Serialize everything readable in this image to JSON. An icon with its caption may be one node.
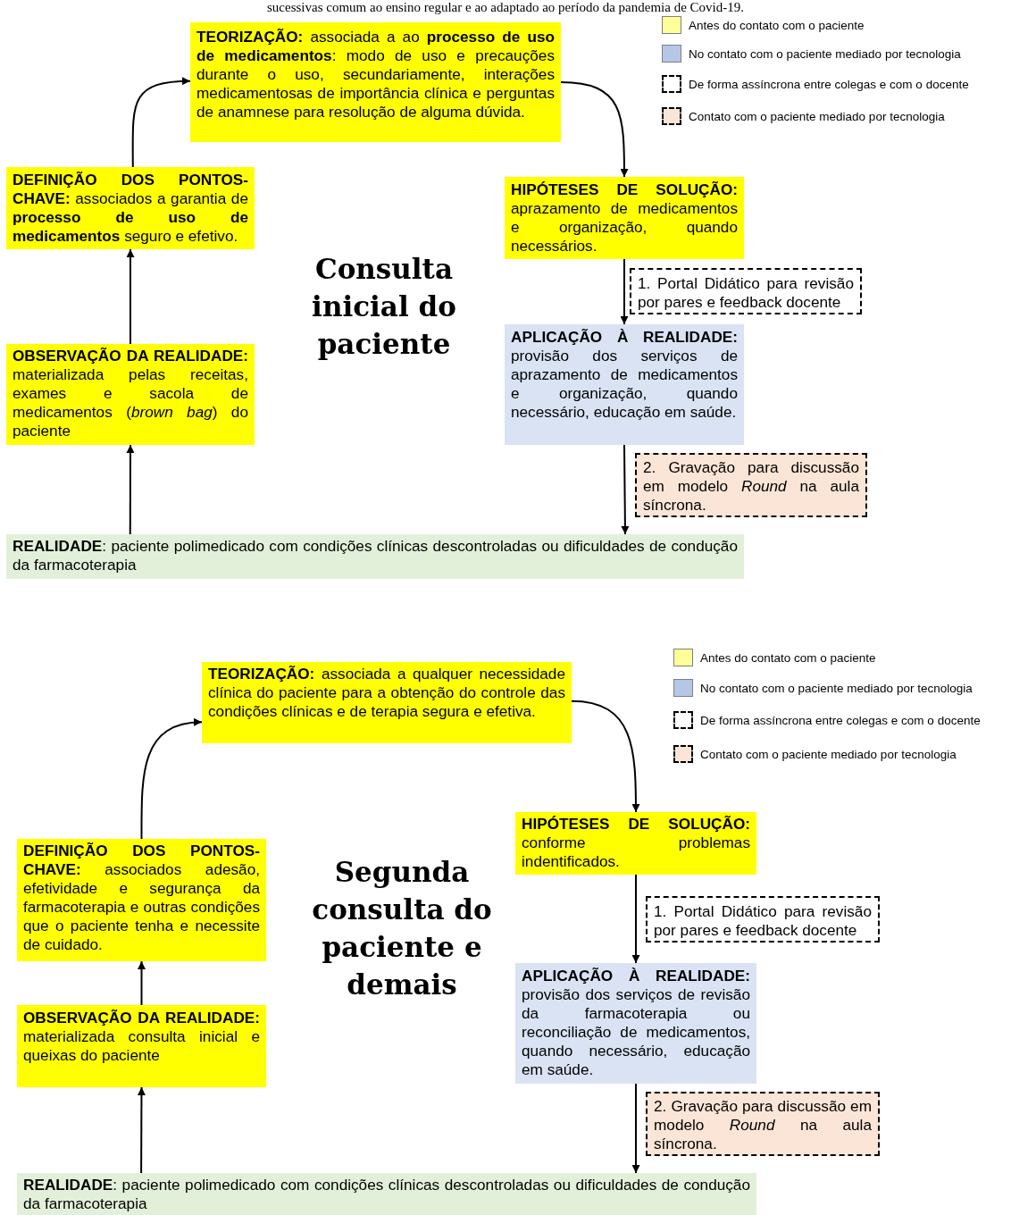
{
  "diagram": {
    "nodes": [
      {
        "text": [
          "**TEORIZAÇÃO:** associada a ao **processo de uso de medicamentos**: modo de uso e precauções durante o uso, secundariamente, interações medicamentosas de importância clínica e perguntas de anamnese para resolução de alguma dúvida."
        ]
      },
      {
        "text": [
          "**DEFINIÇÃO DOS PONTOS-CHAVE:** associados a garantia de **processo de uso de medicamentos** seguro e efetivo."
        ]
      },
      {
        "text": [
          "**HIPÓTESES DE SOLUÇÃO:** aprazamento de medicamentos e organização, quando necessários."
        ]
      },
      {
        "text": [
          "1. Portal Didático para revisão por pares e feedback docente"
        ]
      },
      {
        "text": [
          "**OBSERVAÇÃO DA REALIDADE:** materializada pelas receitas, exames e sacola de medicamentos (*brown bag*) do paciente"
        ]
      },
      {
        "text": [
          "**APLICAÇÃO À REALIDADE:** provisão dos serviços de aprazamento de medicamentos e organização, quando necessário, educação em saúde."
        ]
      },
      {
        "text": [
          "2. Gravação para discussão em modelo *Round* na aula síncrona."
        ]
      },
      {
        "text": [
          "**REALIDADE**: paciente polimedicado com condições clínicas descontroladas ou dificuldades de condução da farmacoterapia"
        ]
      },
      {
        "text": [
          "**TEORIZAÇÃO:** associada a qualquer necessidade clínica do paciente para a obtenção do controle das condições clínicas e de terapia segura e efetiva."
        ]
      },
      {
        "text": [
          "**DEFINIÇÃO DOS PONTOS-CHAVE:** associados adesão, efetividade e segurança da farmacoterapia e outras condições que o paciente tenha e necessite de cuidado."
        ]
      },
      {
        "text": [
          "**HIPÓTESES DE SOLUÇÃO:** conforme problemas indentificados."
        ]
      },
      {
        "text": [
          "1. Portal Didático para revisão por pares e feedback docente"
        ]
      },
      {
        "text": [
          "**OBSERVAÇÃO DA REALIDADE:** materializada consulta inicial e queixas do paciente"
        ]
      },
      {
        "text": [
          "**APLICAÇÃO À REALIDADE:** provisão dos serviços de revisão da farmacoterapia ou reconciliação de medicamentos, quando necessário, educação em saúde."
        ]
      },
      {
        "text": [
          "2. Gravação para discussão em modelo *Round* na aula síncrona."
        ]
      },
      {
        "text": [
          "**REALIDADE**: paciente polimedicado com condições clínicas descontroladas ou dificuldades de condução da farmacoterapia"
        ]
      }
    ],
    "edges": [
      {
        "from": 7,
        "to": 4,
        "arrow": "to"
      },
      {
        "from": 4,
        "to": 1,
        "arrow": "to"
      },
      {
        "from": 1,
        "to": 0,
        "arrow": "to"
      },
      {
        "from": 0,
        "to": 2,
        "arrow": "to"
      },
      {
        "from": 2,
        "to": 5,
        "arrow": "to"
      },
      {
        "from": 5,
        "to": 7,
        "arrow": "to"
      },
      {
        "from": 15,
        "to": 12,
        "arrow": "to"
      },
      {
        "from": 12,
        "to": 9,
        "arrow": "to"
      },
      {
        "from": 9,
        "to": 8,
        "arrow": "to"
      },
      {
        "from": 8,
        "to": 10,
        "arrow": "to"
      },
      {
        "from": 10,
        "to": 13,
        "arrow": "to"
      },
      {
        "from": 13,
        "to": 15,
        "arrow": "to"
      }
    ],
    "labels": [
      "sucessivas comum ao ensino regular e ao adaptado ao período da pandemia de Covid-19.",
      "Consulta inicial do paciente",
      "Segunda consulta do paciente e demais"
    ],
    "legend": [
      {
        "text": "Antes do contato com o paciente",
        "color": "#ffff99"
      },
      {
        "text": "No contato com o paciente mediado por tecnologia",
        "color": "#b4c7e7"
      },
      {
        "text": "De forma assíncrona entre colegas e com o docente"
      },
      {
        "text": "Contato com o paciente mediado por tecnologia",
        "color": "#fbe5d6"
      },
      {
        "text": "Antes do contato com o paciente",
        "color": "#ffff99"
      },
      {
        "text": "No contato com o paciente mediado por tecnologia",
        "color": "#b4c7e7"
      },
      {
        "text": "De forma assíncrona entre colegas e com o docente"
      },
      {
        "text": "Contato com o paciente mediado por tecnologia",
        "color": "#fbe5d6"
      }
    ]
  }
}
